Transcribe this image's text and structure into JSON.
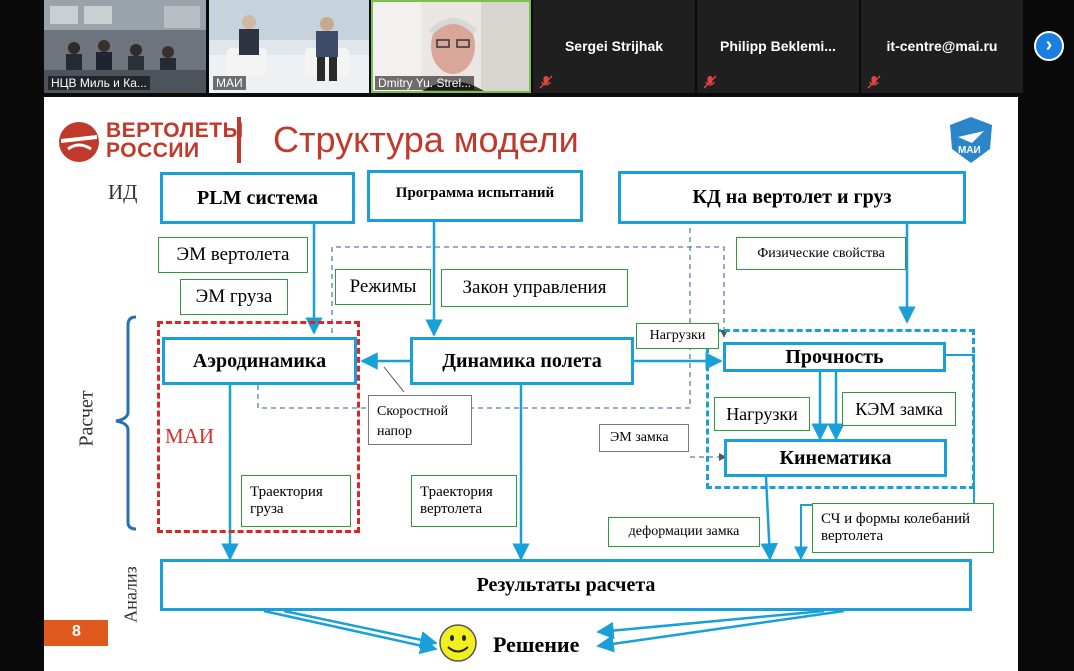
{
  "participants": [
    {
      "label": "НЦВ Миль и Ка..."
    },
    {
      "label": "МАИ"
    },
    {
      "label": "Dmitry Yu. Strel..."
    },
    {
      "name": "Sergei Strijhak"
    },
    {
      "name": "Philipp  Beklemi..."
    },
    {
      "name": "it-centre@mai.ru"
    }
  ],
  "colors": {
    "accent_blue": "#1aa0d8",
    "green_border": "#2e9a3a",
    "mai_red": "#d7302a",
    "logo_red": "#c0392b"
  },
  "slide": {
    "logo_line1": "ВЕРТОЛЕТЫ",
    "logo_line2": "РОССИИ",
    "title": "Структура модели",
    "mai_logo": "МАИ",
    "page_number": "8",
    "side_labels": {
      "id": "ИД",
      "raschet": "Расчет",
      "analiz": "Анализ"
    },
    "boxes": {
      "plm": "PLM система",
      "program": "Программа испытаний",
      "kd": "КД на вертолет и груз",
      "aero": "Аэродинамика",
      "dyn": "Динамика полета",
      "prochnost": "Прочность",
      "kinematika": "Кинематика",
      "results": "Результаты расчета",
      "decision": "Решение"
    },
    "green_labels": {
      "em_vert": "ЭМ вертолета",
      "em_gruz": "ЭМ груза",
      "rezhimy": "Режимы",
      "zakon": "Закон управления",
      "fiz": "Физические свойства",
      "nagruzki1": "Нагрузки",
      "nagruzki2": "Нагрузки",
      "kem": "КЭМ замка",
      "traj_gruz_1": "Траектория",
      "traj_gruz_2": "груза",
      "traj_vert_1": "Траектория",
      "traj_vert_2": "вертолета",
      "deform": "деформации замка",
      "sch_1": "СЧ и формы колебаний",
      "sch_2": "вертолета"
    },
    "grey_labels": {
      "skor_1": "Скоростной",
      "skor_2": "напор",
      "em_zamka": "ЭМ замка"
    },
    "mai_label": "МАИ"
  }
}
